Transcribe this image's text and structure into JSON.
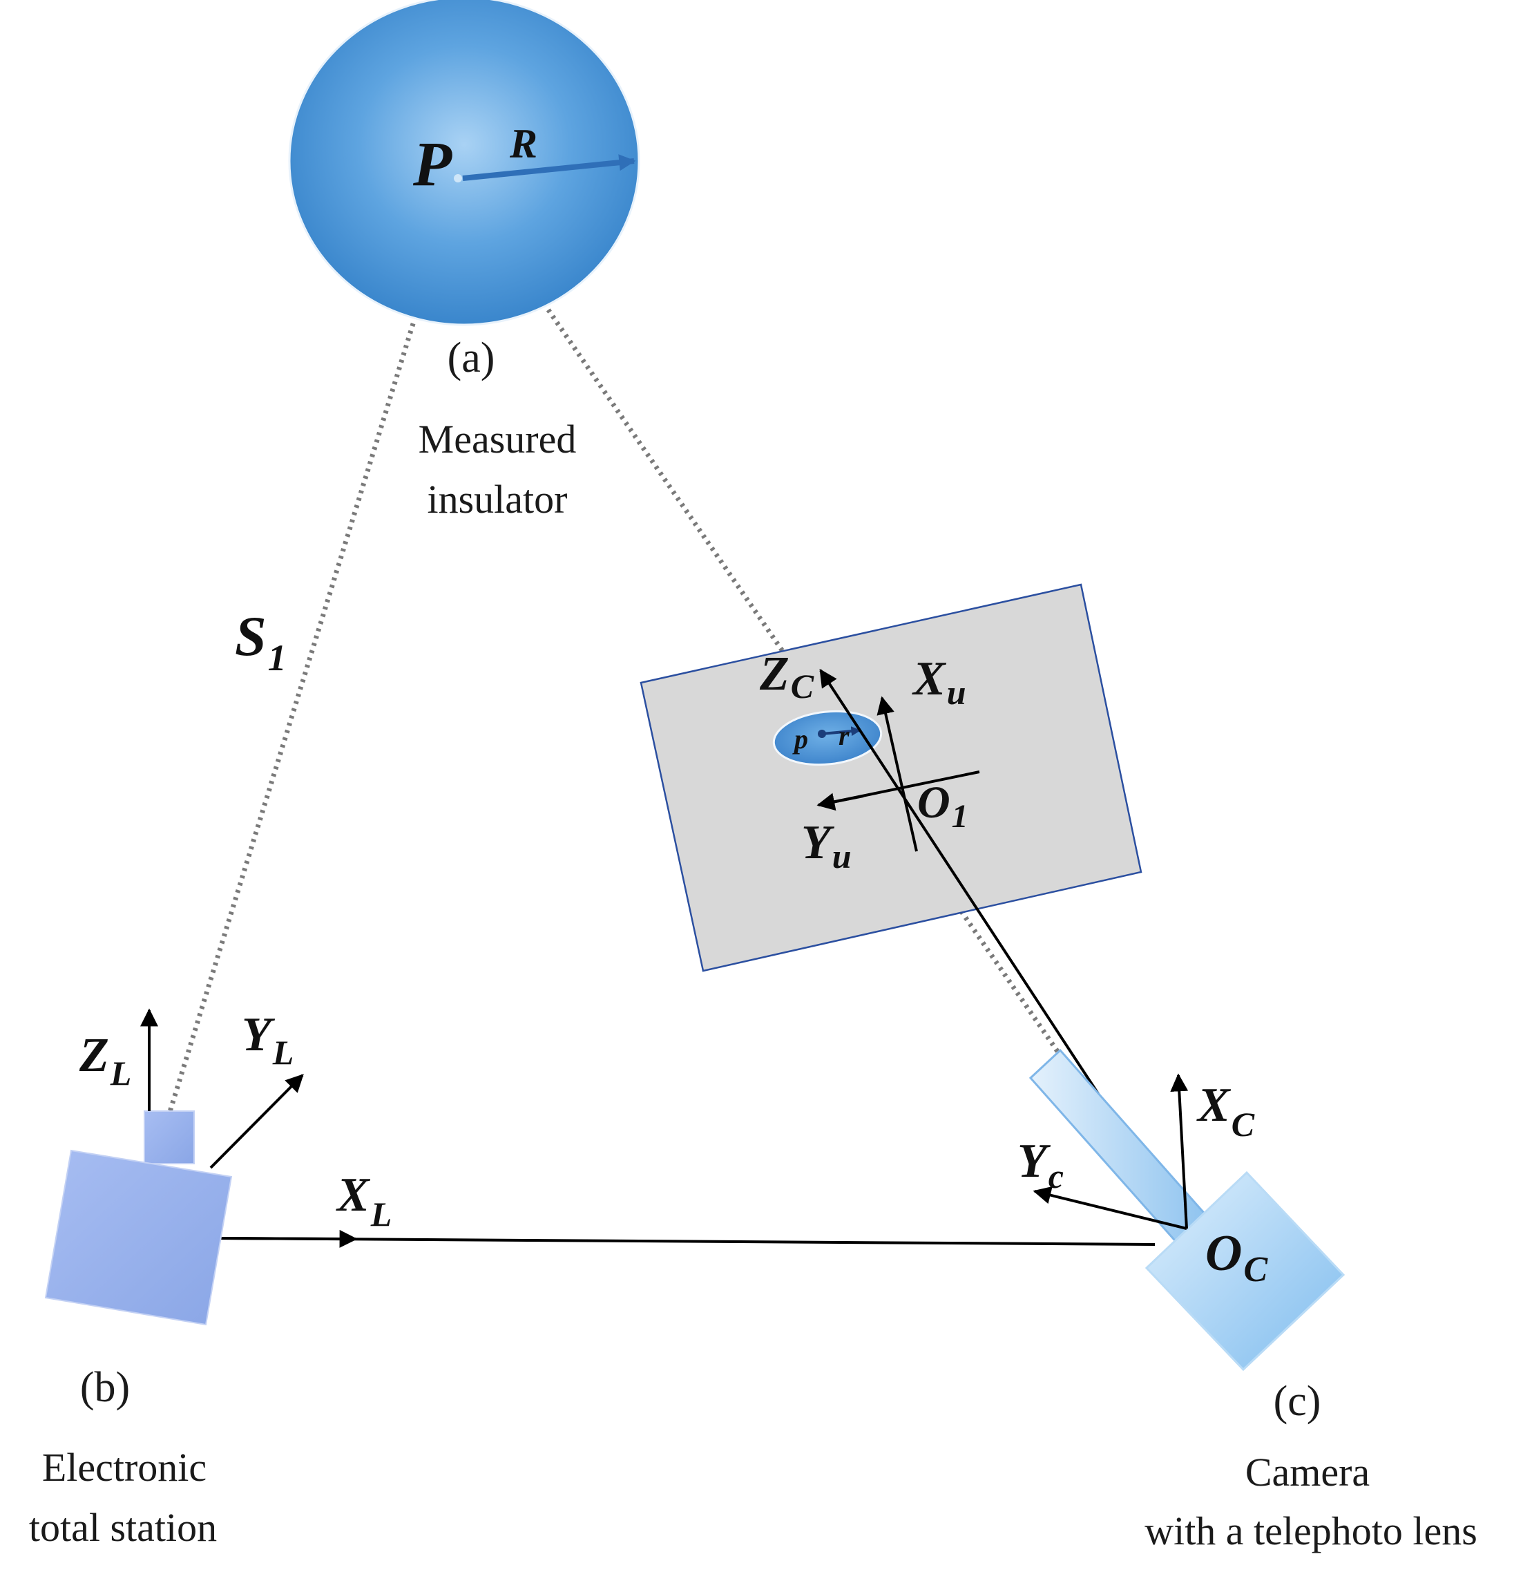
{
  "labels": {
    "P": "P",
    "R": "R",
    "a": "(a)",
    "measured_line1": "Measured",
    "measured_line2": "insulator",
    "S": "S",
    "S_sub": "1",
    "p": "p",
    "r": "r",
    "Z": "Z",
    "Zc_sub": "C",
    "X": "X",
    "Xu_sub": "u",
    "O": "O",
    "O1_sub": "1",
    "Y": "Y",
    "Yu_sub": "u",
    "ZL_sub": "L",
    "YL_sub": "L",
    "XL_sub": "L",
    "b": "(b)",
    "station_line1": "Electronic",
    "station_line2": "total station",
    "Xc_sub": "C",
    "Yc_sub": "c",
    "Oc_sub": "C",
    "c": "(c)",
    "camera_line1": "Camera",
    "camera_line2": "with a telephoto lens"
  },
  "colors": {
    "insulator": "#3f8ed3",
    "image_plane": "#d8d8d8",
    "station": "#9fb6ee",
    "camera": "#8cc4f0",
    "dotted_line": "#7a7a7a",
    "axis": "#000000"
  }
}
